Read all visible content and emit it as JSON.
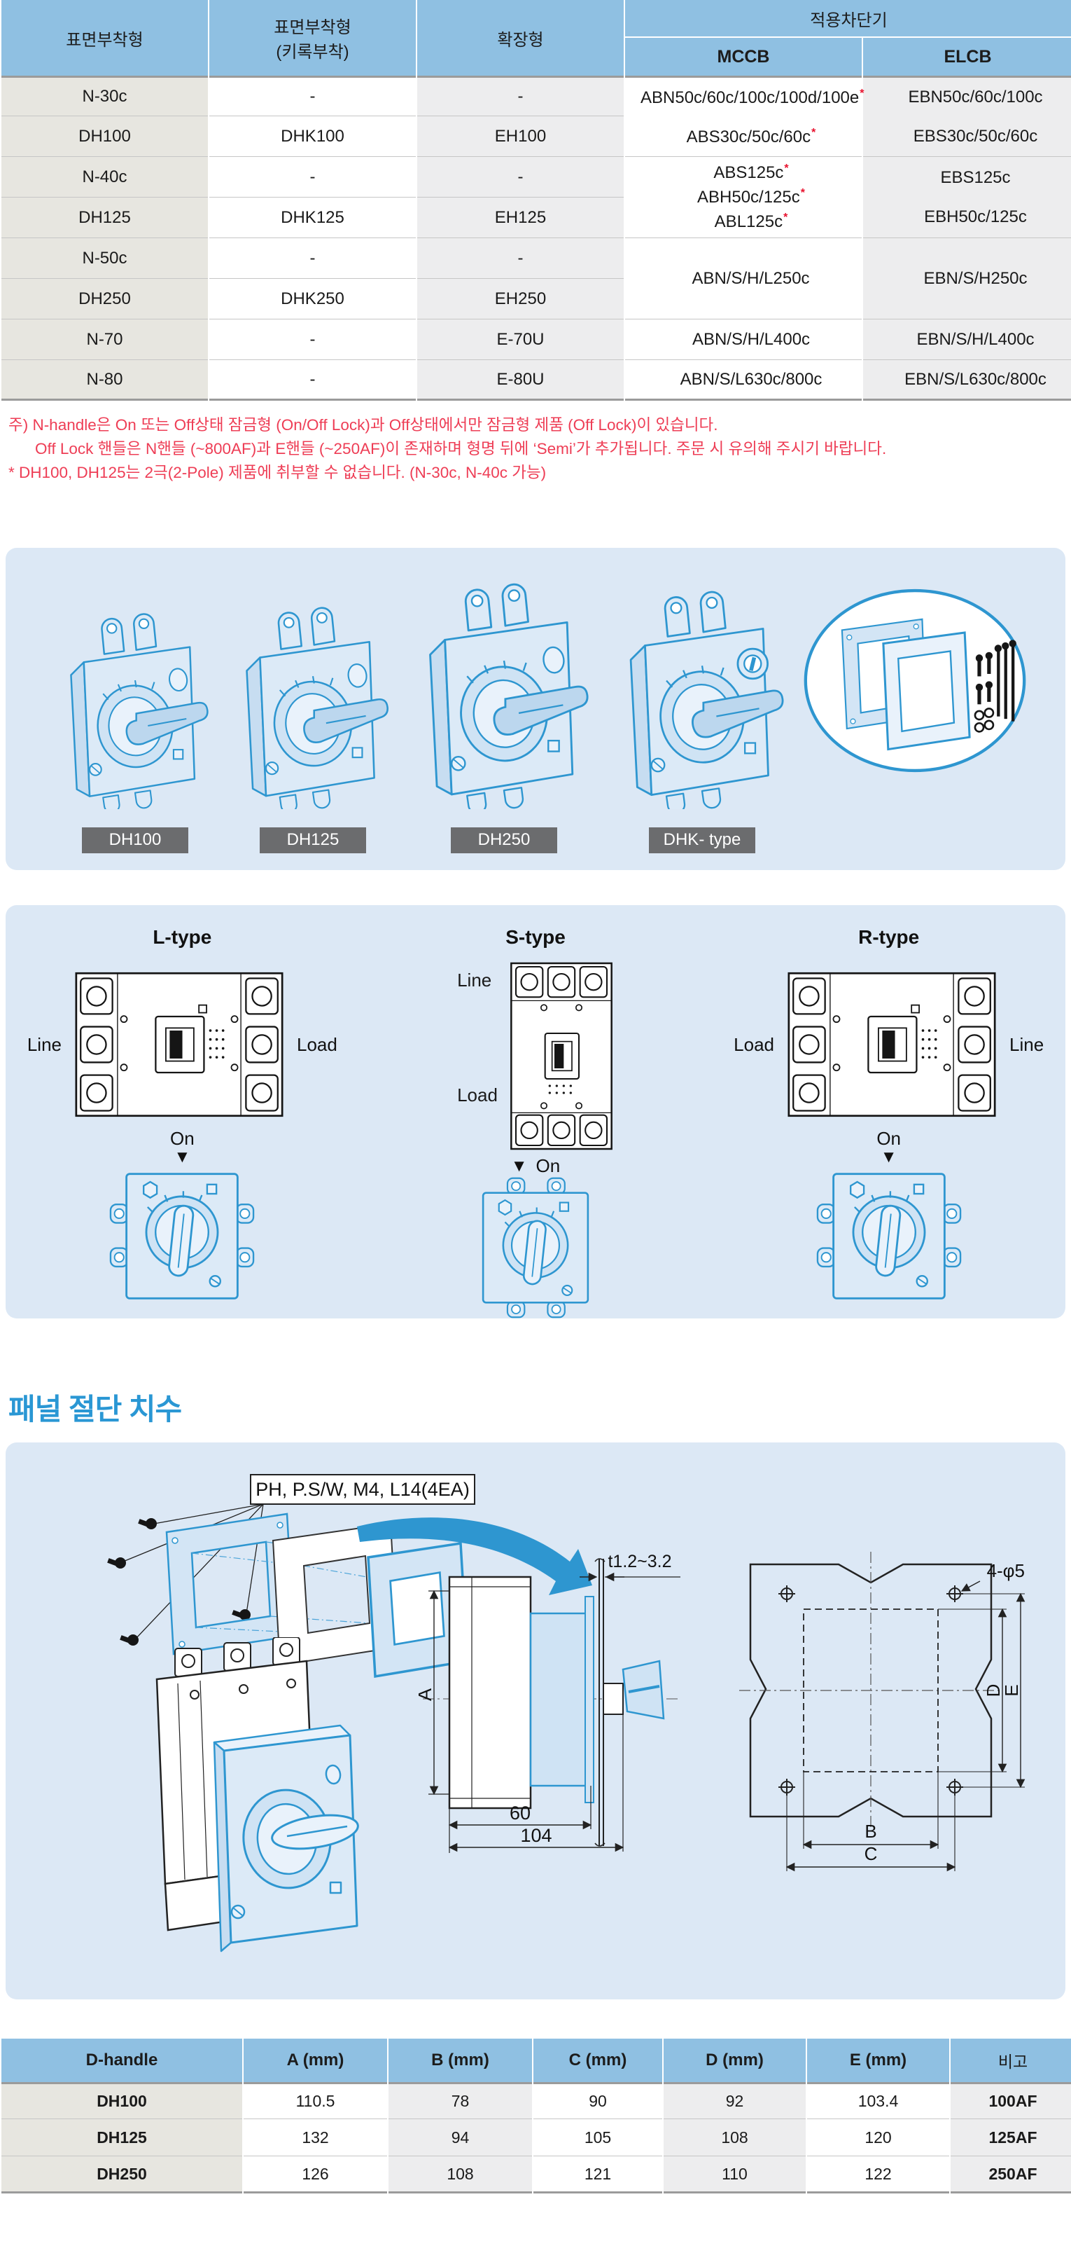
{
  "colors": {
    "header_blue": "#8fc0e2",
    "col_beige": "#e7e6e0",
    "col_gray": "#ededee",
    "note_red": "#ee3d55",
    "star_red": "#e8112d",
    "panel_bg_blue": "#dce8f5",
    "drawing_line_blue": "#2e96d0",
    "drawing_fill_blue": "#dceaf7",
    "label_box_gray": "#6b6c6e",
    "section_title_blue": "#2a97d4"
  },
  "top_table": {
    "h_surface": "표면부착형",
    "h_surface_key_1": "표면부착형",
    "h_surface_key_2": "(키록부착)",
    "h_extend": "확장형",
    "h_group": "적용차단기",
    "h_mccb": "MCCB",
    "h_elcb": "ELCB",
    "rows": [
      {
        "c1": "N-30c",
        "c2": "-",
        "c3": "-"
      },
      {
        "c1": "DH100",
        "c2": "DHK100",
        "c3": "EH100"
      },
      {
        "c1": "N-40c",
        "c2": "-",
        "c3": "-"
      },
      {
        "c1": "DH125",
        "c2": "DHK125",
        "c3": "EH125"
      },
      {
        "c1": "N-50c",
        "c2": "-",
        "c3": "-"
      },
      {
        "c1": "DH250",
        "c2": "DHK250",
        "c3": "EH250"
      },
      {
        "c1": "N-70",
        "c2": "-",
        "c3": "E-70U"
      },
      {
        "c1": "N-80",
        "c2": "-",
        "c3": "E-80U"
      }
    ],
    "mccb": {
      "g1": [
        {
          "t": "ABN50c/60c/100c/100d/100e",
          "s": "*"
        },
        {
          "t": "ABS30c/50c/60c",
          "s": "*"
        }
      ],
      "g2": [
        {
          "t": "ABS125c",
          "s": "*"
        },
        {
          "t": "ABH50c/125c",
          "s": "*"
        },
        {
          "t": "ABL125c",
          "s": "*"
        }
      ],
      "g3": {
        "t": "ABN/S/H/L250c",
        "s": ""
      },
      "g4": {
        "t": "ABN/S/H/L400c",
        "s": ""
      },
      "g5": {
        "t": "ABN/S/L630c/800c",
        "s": ""
      }
    },
    "elcb": {
      "g1": [
        "EBN50c/60c/100c",
        "EBS30c/50c/60c"
      ],
      "g2": [
        "EBS125c",
        "EBH50c/125c"
      ],
      "g3": "EBN/S/H250c",
      "g4": "EBN/S/H/L400c",
      "g5": "EBN/S/L630c/800c"
    }
  },
  "notes": {
    "line1": "주) N-handle은 On 또는 Off상태 잠금형 (On/Off Lock)과  Off상태에서만 잠금형 제품 (Off Lock)이 있습니다.",
    "line2": "Off Lock 핸들은 N핸들 (~800AF)과 E핸들 (~250AF)이 존재하며 형명 뒤에 ‘Semi’가 추가됩니다. 주문 시 유의해 주시기 바랍니다.",
    "line3": "* DH100, DH125는 2극(2-Pole) 제품에 취부할 수 없습니다. (N-30c, N-40c 가능)"
  },
  "products": {
    "labels": [
      "DH100",
      "DH125",
      "DH250",
      "DHK- type"
    ]
  },
  "types": {
    "l": {
      "title": "L-type",
      "left": "Line",
      "right": "Load",
      "on": "On",
      "arrow": "▼"
    },
    "s": {
      "title": "S-type",
      "top": "Line",
      "bottom": "Load",
      "on": "On",
      "arrow": "▼"
    },
    "r": {
      "title": "R-type",
      "left": "Load",
      "right": "Line",
      "on": "On",
      "arrow": "▼"
    }
  },
  "panel": {
    "title": "패널 절단 치수",
    "callout": "PH, P.S/W, M4, L14(4EA)",
    "thickness": "t1.2~3.2",
    "dim_a": "A",
    "dim_60": "60",
    "dim_104": "104",
    "holes": "4-φ5",
    "dim_b": "B",
    "dim_c": "C",
    "dim_d": "D",
    "dim_e": "E"
  },
  "dim_table": {
    "h_name": "D-handle",
    "h_a": "A (mm)",
    "h_b": "B (mm)",
    "h_c": "C (mm)",
    "h_d": "D (mm)",
    "h_e": "E (mm)",
    "h_note": "비고",
    "rows": [
      {
        "name": "DH100",
        "a": "110.5",
        "b": "78",
        "c": "90",
        "d": "92",
        "e": "103.4",
        "note": "100AF"
      },
      {
        "name": "DH125",
        "a": "132",
        "b": "94",
        "c": "105",
        "d": "108",
        "e": "120",
        "note": "125AF"
      },
      {
        "name": "DH250",
        "a": "126",
        "b": "108",
        "c": "121",
        "d": "110",
        "e": "122",
        "note": "250AF"
      }
    ]
  }
}
